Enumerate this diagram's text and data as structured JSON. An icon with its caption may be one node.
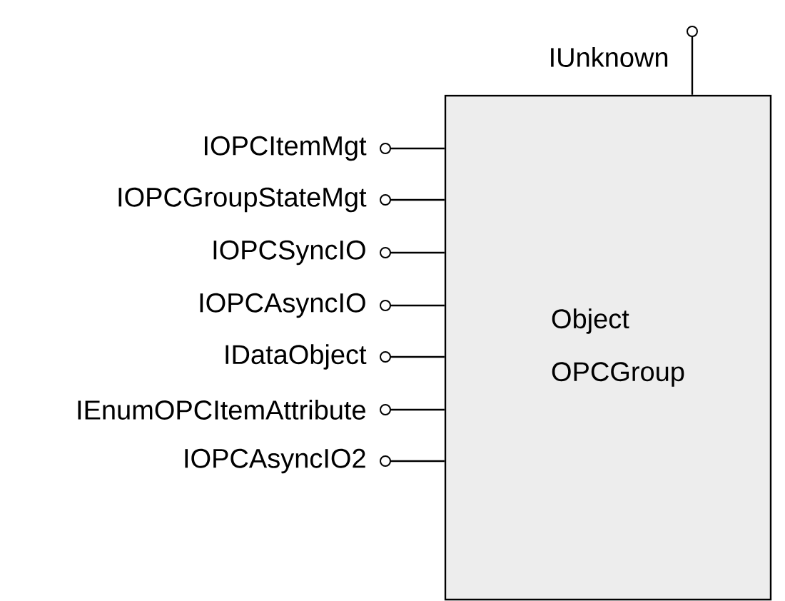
{
  "diagram": {
    "nodes": [
      {
        "text": [
          "Object OPCGroup"
        ]
      },
      {
        "text": [
          "IUnknown"
        ]
      },
      {
        "text": [
          "IOPCItemMgt"
        ]
      },
      {
        "text": [
          "IOPCGroupStateMgt"
        ]
      },
      {
        "text": [
          "IOPCSyncIO"
        ]
      },
      {
        "text": [
          "IOPCAsyncIO"
        ]
      },
      {
        "text": [
          "IDataObject"
        ]
      },
      {
        "text": [
          "IEnumOPCItemAttribute"
        ]
      },
      {
        "text": [
          "IOPCAsyncIO2"
        ]
      }
    ],
    "edges": [
      {
        "from": 1,
        "to": 0,
        "arrow": "other"
      },
      {
        "from": 2,
        "to": 0,
        "arrow": "other"
      },
      {
        "from": 3,
        "to": 0,
        "arrow": "other"
      },
      {
        "from": 4,
        "to": 0,
        "arrow": "other"
      },
      {
        "from": 5,
        "to": 0,
        "arrow": "other"
      },
      {
        "from": 6,
        "to": 0,
        "arrow": "other"
      },
      {
        "from": 7,
        "to": 0,
        "arrow": "other"
      },
      {
        "from": 8,
        "to": 0,
        "arrow": "other"
      }
    ]
  }
}
